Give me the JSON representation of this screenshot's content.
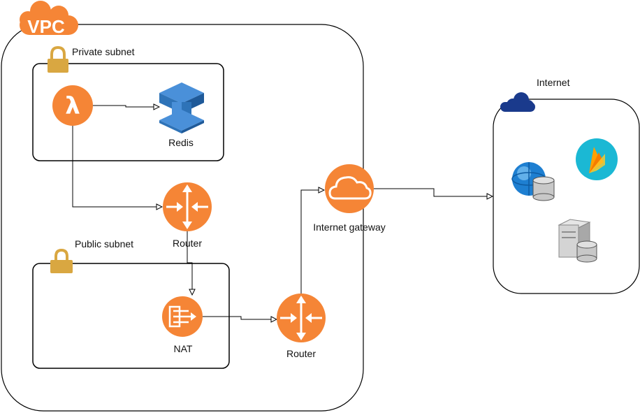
{
  "diagram": {
    "vpc": {
      "label": "VPC",
      "badge_color": "#F58536"
    },
    "private_subnet": {
      "label": "Private subnet"
    },
    "public_subnet": {
      "label": "Public subnet"
    },
    "internet": {
      "label": "Internet"
    },
    "nodes": {
      "lambda": {
        "icon": "lambda-icon",
        "label": ""
      },
      "redis": {
        "icon": "redis-elasticache-icon",
        "label": "Redis"
      },
      "router_private": {
        "icon": "router-icon",
        "label": "Router"
      },
      "nat": {
        "icon": "nat-gateway-icon",
        "label": "NAT"
      },
      "router_public": {
        "icon": "router-icon",
        "label": "Router"
      },
      "internet_gateway": {
        "icon": "internet-gateway-cloud-icon",
        "label": "Internet gateway"
      },
      "globe_db": {
        "icon": "globe-database-icon",
        "label": ""
      },
      "firebase": {
        "icon": "firebase-icon",
        "label": ""
      },
      "server_db": {
        "icon": "server-database-icon",
        "label": ""
      }
    },
    "edges": [
      {
        "from": "lambda",
        "to": "redis"
      },
      {
        "from": "lambda",
        "to": "router_private"
      },
      {
        "from": "router_private",
        "to": "nat"
      },
      {
        "from": "nat",
        "to": "router_public"
      },
      {
        "from": "router_public",
        "to": "internet_gateway"
      },
      {
        "from": "internet_gateway",
        "to": "internet"
      }
    ],
    "colors": {
      "aws_orange": "#F58536",
      "lock_gold": "#D9A741",
      "redis_blue": "#2E73B8",
      "internet_cloud": "#1A3A8C",
      "firebase_bg": "#1BB8D4",
      "firebase_flame": "#FFA000"
    }
  }
}
